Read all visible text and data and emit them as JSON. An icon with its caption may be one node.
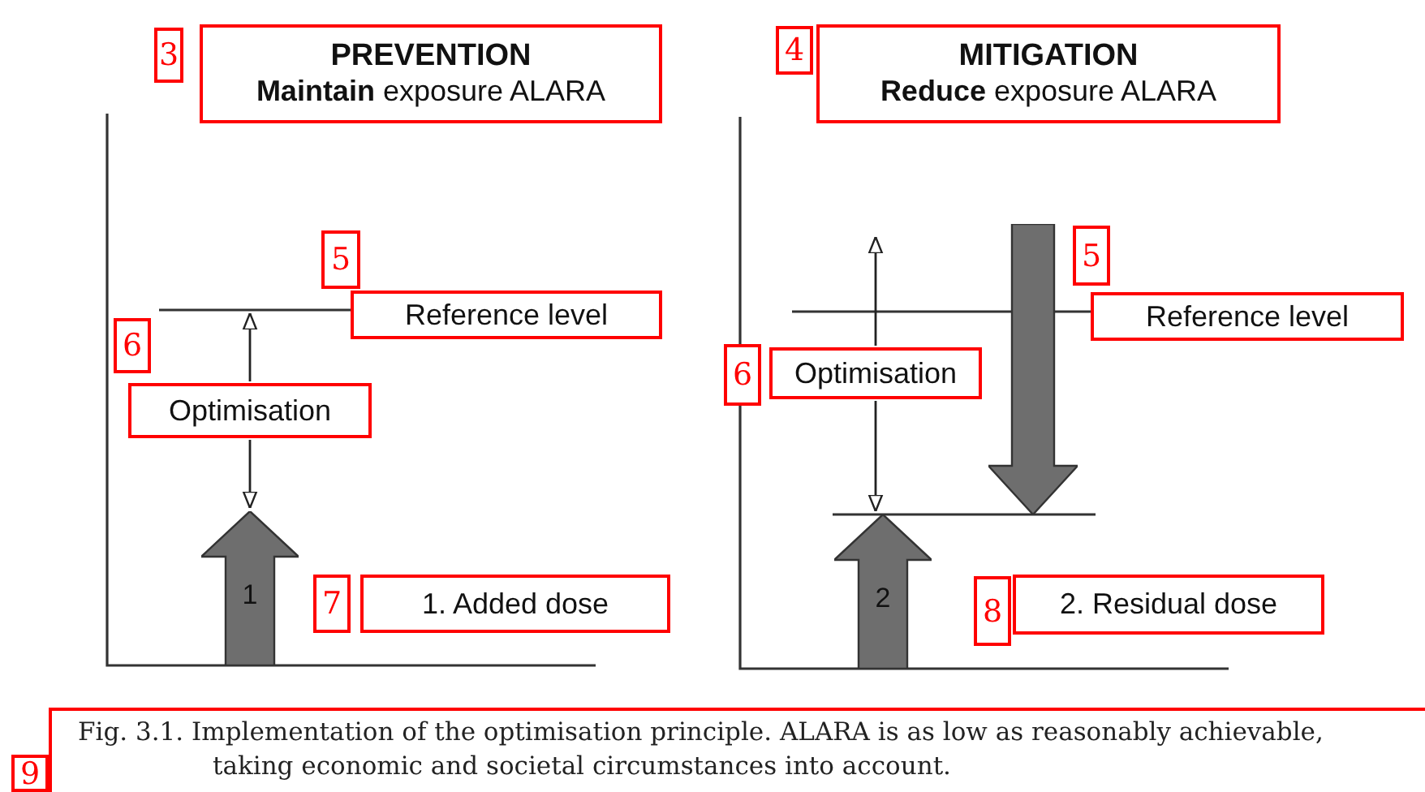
{
  "diagram": {
    "caption": "Fig. 3.1. Implementation of the optimisation principle. ALARA is as low as reasonably achievable, taking economic and societal circumstances into account.",
    "nodes": [
      {
        "text": [
          "PREVENTION",
          "**Maintain** exposure ALARA"
        ]
      },
      {
        "text": [
          "MITIGATION",
          "**Reduce** exposure ALARA"
        ]
      },
      {
        "text": [
          "Reference level"
        ]
      },
      {
        "text": [
          "Optimisation"
        ]
      },
      {
        "text": [
          "1"
        ]
      },
      {
        "text": [
          "1. Added dose"
        ]
      },
      {
        "text": [
          "Reference level"
        ]
      },
      {
        "text": [
          "Optimisation"
        ]
      },
      {
        "text": [],
        "shape": "arrow"
      },
      {
        "text": [
          "2"
        ]
      },
      {
        "text": [
          "2. Residual dose"
        ]
      }
    ],
    "edges": [
      {
        "from": 3,
        "to": null,
        "arrow": "to"
      },
      {
        "from": 3,
        "to": 4,
        "arrow": "to"
      },
      {
        "from": 7,
        "to": null,
        "arrow": "to"
      },
      {
        "from": 7,
        "to": 9,
        "arrow": "to"
      }
    ],
    "labels": [
      "3",
      "4",
      "5",
      "5",
      "6",
      "6",
      "7",
      "8",
      "9"
    ]
  }
}
